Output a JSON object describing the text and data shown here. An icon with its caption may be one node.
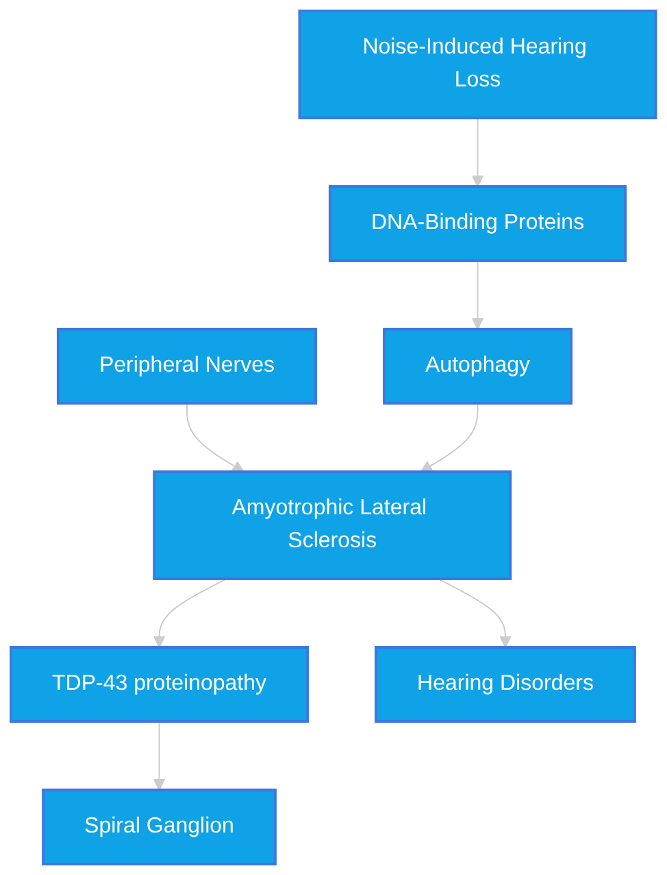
{
  "diagram": {
    "nodes": [
      {
        "text": [
          "Noise-Induced Hearing Loss"
        ]
      },
      {
        "text": [
          "DNA-Binding Proteins"
        ]
      },
      {
        "text": [
          "Peripheral Nerves"
        ]
      },
      {
        "text": [
          "Autophagy"
        ]
      },
      {
        "text": [
          "Amyotrophic Lateral Sclerosis"
        ]
      },
      {
        "text": [
          "TDP-43 proteinopathy"
        ]
      },
      {
        "text": [
          "Hearing Disorders"
        ]
      },
      {
        "text": [
          "Spiral Ganglion"
        ]
      }
    ],
    "edges": [
      {
        "from": 0,
        "to": 1,
        "arrow": "to"
      },
      {
        "from": 1,
        "to": 3,
        "arrow": "to"
      },
      {
        "from": 2,
        "to": 4,
        "arrow": "to"
      },
      {
        "from": 3,
        "to": 4,
        "arrow": "to"
      },
      {
        "from": 4,
        "to": 5,
        "arrow": "to"
      },
      {
        "from": 4,
        "to": 6,
        "arrow": "to"
      },
      {
        "from": 5,
        "to": 7,
        "arrow": "to"
      }
    ]
  }
}
